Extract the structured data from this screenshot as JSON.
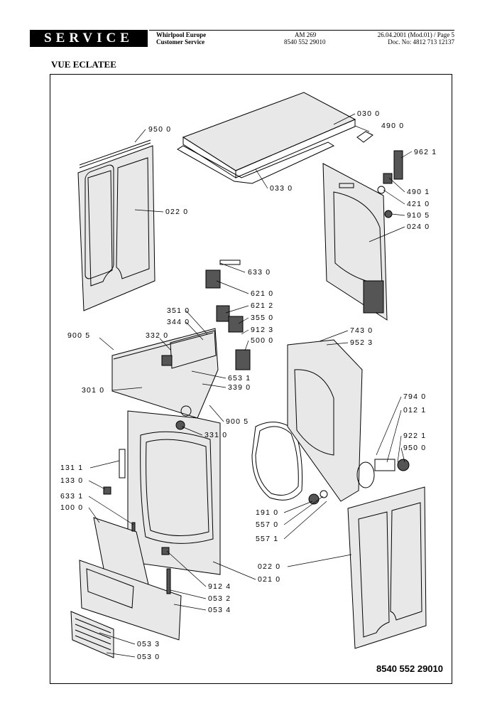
{
  "header": {
    "brand": "SERVICE",
    "company": "Whirlpool Europe",
    "department": "Customer Service",
    "model": "AM 269",
    "code": "8540 552 29010",
    "date_page": "26.04.2001 (Mod.01) / Page 5",
    "doc_no": "Doc. No: 4812 713 12137"
  },
  "section_title": "VUE ECLATEE",
  "doc_number": "8540 552 29010",
  "labels": [
    "950 0",
    "030 0",
    "490 0",
    "962 1",
    "022 0",
    "033 0",
    "490 1",
    "421 0",
    "910 5",
    "024 0",
    "633 0",
    "621 0",
    "621 2",
    "351 0",
    "344 0",
    "355 0",
    "912 3",
    "500 0",
    "743 0",
    "952 3",
    "900 5",
    "332 0",
    "653 1",
    "339 0",
    "301 0",
    "900 5",
    "331 0",
    "794 0",
    "012 1",
    "922 1",
    "950 0",
    "131 1",
    "133 0",
    "633 1",
    "100 0",
    "191 0",
    "557 0",
    "557 1",
    "022 0",
    "021 0",
    "912 4",
    "053 2",
    "053 4",
    "053 3",
    "053 0"
  ]
}
